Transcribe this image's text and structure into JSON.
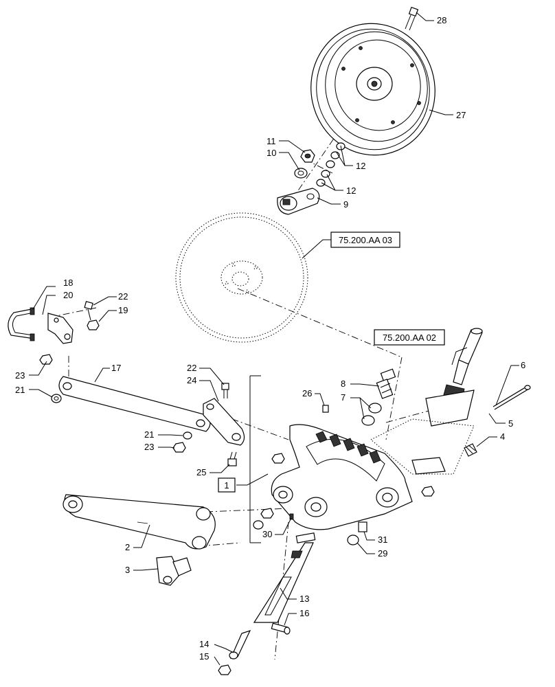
{
  "callouts": {
    "c1": "1",
    "c2": "2",
    "c3": "3",
    "c4": "4",
    "c5": "5",
    "c6": "6",
    "c7": "7",
    "c8": "8",
    "c9": "9",
    "c10": "10",
    "c11": "11",
    "c12a": "12",
    "c12b": "12",
    "c13": "13",
    "c14": "14",
    "c15": "15",
    "c16": "16",
    "c17": "17",
    "c18": "18",
    "c19": "19",
    "c20": "20",
    "c21a": "21",
    "c21b": "21",
    "c22a": "22",
    "c22b": "22",
    "c23a": "23",
    "c23b": "23",
    "c24": "24",
    "c25": "25",
    "c26": "26",
    "c27": "27",
    "c28": "28",
    "c29": "29",
    "c30": "30",
    "c31": "31"
  },
  "references": {
    "ref_disc": "75.200.AA 03",
    "ref_shaft": "75.200.AA 02"
  }
}
